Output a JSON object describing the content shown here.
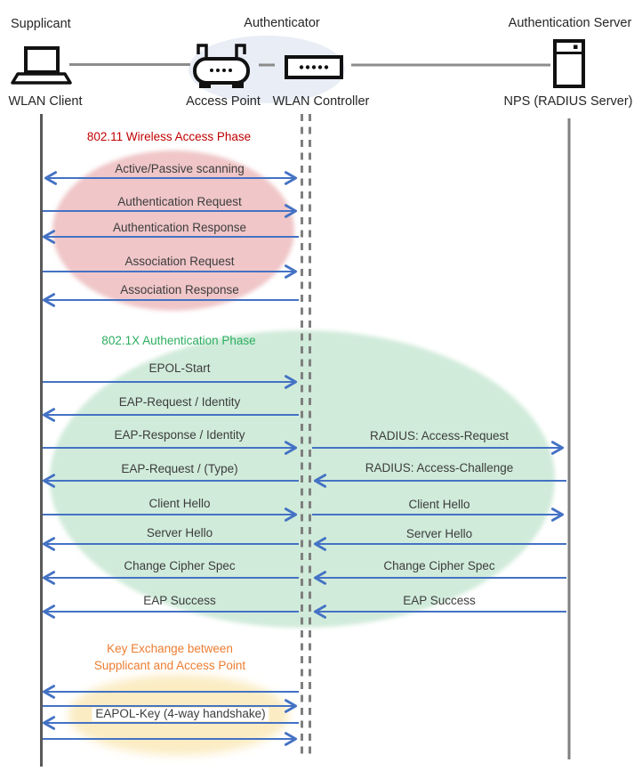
{
  "header": {
    "supplicant_role": "Supplicant",
    "authenticator_role": "Authenticator",
    "server_role": "Authentication Server",
    "wlan_client": "WLAN Client",
    "access_point": "Access Point",
    "wlan_controller": "WLAN Controller",
    "nps": "NPS (RADIUS Server)"
  },
  "icons": {
    "supplicant": "laptop-icon",
    "authenticator_left": "wireless-access-point-icon",
    "authenticator_right": "wlan-controller-icon",
    "server": "server-icon"
  },
  "phases": {
    "wireless": {
      "title": "802.11 Wireless Access Phase",
      "color": "#C00000",
      "ellipse_color": "#F0C6C8",
      "messages": [
        {
          "label": "Active/Passive scanning",
          "direction": "both"
        },
        {
          "label": "Authentication  Request",
          "direction": "right"
        },
        {
          "label": "Authentication  Response",
          "direction": "left"
        },
        {
          "label": "Association Request",
          "direction": "right"
        },
        {
          "label": "Association Response",
          "direction": "left"
        }
      ]
    },
    "dot1x": {
      "title": "802.1X Authentication Phase",
      "color": "#2BAE60",
      "ellipse_color": "#D0EBDA",
      "left_messages": [
        {
          "label": "EPOL-Start",
          "direction": "right"
        },
        {
          "label": "EAP-Request / Identity",
          "direction": "left"
        },
        {
          "label": "EAP-Response / Identity",
          "direction": "right"
        },
        {
          "label": "EAP-Request / (Type)",
          "direction": "left"
        },
        {
          "label": "Client Hello",
          "direction": "right"
        },
        {
          "label": "Server Hello",
          "direction": "left"
        },
        {
          "label": "Change Cipher Spec",
          "direction": "left"
        },
        {
          "label": "EAP Success",
          "direction": "left"
        }
      ],
      "right_messages": [
        {
          "label": "RADIUS: Access-Request",
          "direction": "right"
        },
        {
          "label": "RADIUS: Access-Challenge",
          "direction": "left"
        },
        {
          "label": "Client Hello",
          "direction": "right"
        },
        {
          "label": "Server Hello",
          "direction": "left"
        },
        {
          "label": "Change Cipher Spec",
          "direction": "left"
        },
        {
          "label": "EAP Success",
          "direction": "left"
        }
      ]
    },
    "key_exchange": {
      "title_line1": "Key Exchange between",
      "title_line2": "Supplicant and Access Point",
      "color": "#ED7D31",
      "ellipse_color": "#FBECC3",
      "messages": [
        {
          "label": "",
          "direction": "left"
        },
        {
          "label": "",
          "direction": "right"
        },
        {
          "label": "EAPOL-Key (4-way handshake)",
          "direction": "left"
        },
        {
          "label": "",
          "direction": "right"
        }
      ]
    }
  },
  "colors": {
    "arrow": "#4472C4",
    "lifeline_left": "#595959",
    "lifeline_gray": "#7F7F7F",
    "connector": "#8C8C8C",
    "authenticator_ellipse": "#E9EDF5",
    "message_text": "#3C3C3C"
  }
}
